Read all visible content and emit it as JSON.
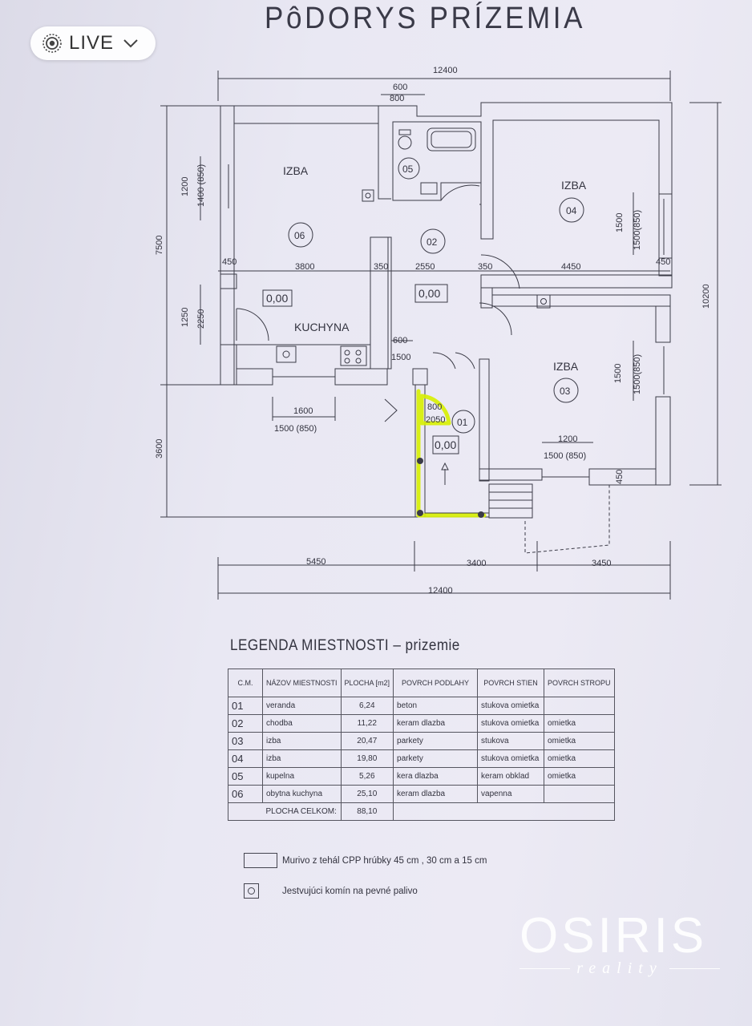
{
  "header": {
    "title": "PôDORYS PRÍZEMIA"
  },
  "live_button": {
    "label": "LIVE"
  },
  "plan": {
    "dims": {
      "top_total": "12400",
      "bottom_total": "12400",
      "d600_top": "600",
      "d800_top": "800",
      "d1200_left": "1200",
      "d1400_left": "1400 (850)",
      "d7500": "7500",
      "d10200": "10200",
      "d450_l": "450",
      "d3800": "3800",
      "d350_a": "350",
      "d2550": "2550",
      "d350_b": "350",
      "d4450": "4450",
      "d450_r": "450",
      "d1250": "1250",
      "d2250": "2250",
      "d600_mid": "600",
      "d1500_mid": "1500",
      "d1600": "1600",
      "d1500_850_a": "1500 (850)",
      "d800_door": "800",
      "d2050": "2050",
      "d3600": "3600",
      "d1500_r1": "1500",
      "d1500_850_r1": "1500(850)",
      "d1500_r2": "1500",
      "d1500_850_r2": "1500(850)",
      "d1200_r": "1200",
      "d1500_850_r": "1500 (850)",
      "d450_br": "450",
      "d5450": "5450",
      "d3400": "3400",
      "d3450": "3450"
    },
    "rooms": {
      "izba06": "IZBA",
      "num06": "06",
      "num05": "05",
      "izba04": "IZBA",
      "num04": "04",
      "num02": "02",
      "val02": "0,00",
      "val_k": "0,00",
      "kuchyna": "KUCHYNA",
      "izba03": "IZBA",
      "num03": "03",
      "num01": "01",
      "val01": "0,00"
    }
  },
  "legend": {
    "title": "LEGENDA MIESTNOSTI  –  prizemie",
    "headers": [
      "C.M.",
      "NÁZOV MIESTNOSTI",
      "PLOCHA [m2]",
      "POVRCH PODLAHY",
      "POVRCH STIEN",
      "POVRCH STROPU"
    ],
    "rows": [
      {
        "cm": "01",
        "name": "veranda",
        "area": "6,24",
        "floor": "beton",
        "walls": "stukova omietka",
        "ceiling": ""
      },
      {
        "cm": "02",
        "name": "chodba",
        "area": "11,22",
        "floor": "keram dlazba",
        "walls": "stukova omietka",
        "ceiling": "omietka"
      },
      {
        "cm": "03",
        "name": "izba",
        "area": "20,47",
        "floor": "parkety",
        "walls": "stukova",
        "ceiling": "omietka"
      },
      {
        "cm": "04",
        "name": "izba",
        "area": "19,80",
        "floor": "parkety",
        "walls": "stukova omietka",
        "ceiling": "omietka"
      },
      {
        "cm": "05",
        "name": "kupelna",
        "area": "5,26",
        "floor": "kera dlazba",
        "walls": "keram obklad",
        "ceiling": "omietka"
      },
      {
        "cm": "06",
        "name": "obytna kuchyna",
        "area": "25,10",
        "floor": "keram dlazba",
        "walls": "vapenna",
        "ceiling": ""
      }
    ],
    "total_label": "PLOCHA CELKOM:",
    "total_value": "88,10",
    "key_wall": "Murivo z tehál CPP  hrúbky 45 cm , 30 cm a 15 cm",
    "key_chimney": "Jestvujúci komín na pevné palivo"
  },
  "brand": {
    "name": "OSIRIS",
    "sub": "reality",
    "color": "#ffffff"
  },
  "colors": {
    "highlight": "#d8f000",
    "ink": "#33333f"
  }
}
